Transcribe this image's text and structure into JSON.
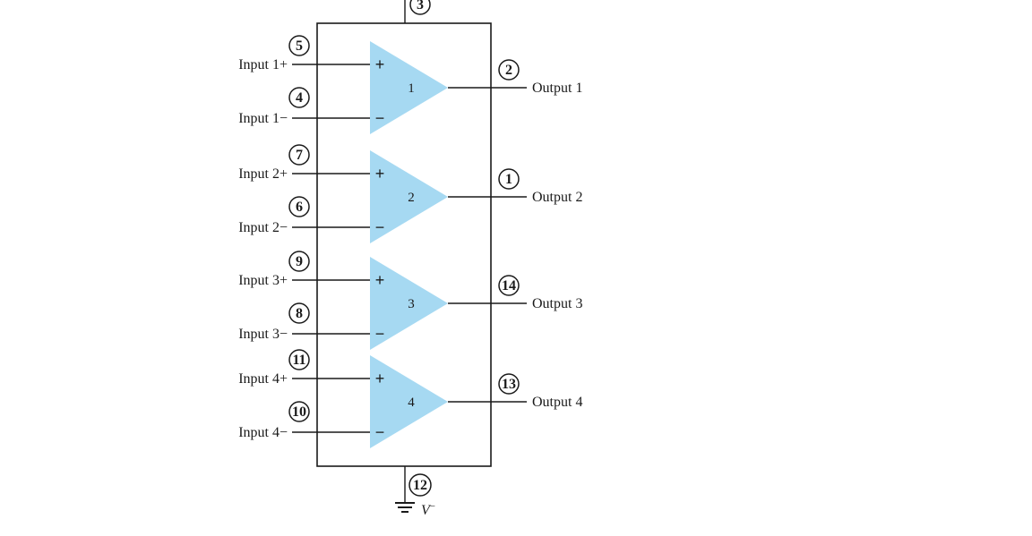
{
  "pins": {
    "top_supply": "3",
    "bottom_supply": "12"
  },
  "bottom_supply_label": "V",
  "bottom_supply_sup": "−",
  "signs": {
    "plus": "+",
    "minus": "−"
  },
  "amplifiers": [
    {
      "number": "1",
      "pin_plus": "5",
      "pin_minus": "4",
      "pin_out": "2",
      "input_plus": "Input 1+",
      "input_minus": "Input 1−",
      "output": "Output 1"
    },
    {
      "number": "2",
      "pin_plus": "7",
      "pin_minus": "6",
      "pin_out": "1",
      "input_plus": "Input 2+",
      "input_minus": "Input 2−",
      "output": "Output 2"
    },
    {
      "number": "3",
      "pin_plus": "9",
      "pin_minus": "8",
      "pin_out": "14",
      "input_plus": "Input 3+",
      "input_minus": "Input 3−",
      "output": "Output 3"
    },
    {
      "number": "4",
      "pin_plus": "11",
      "pin_minus": "10",
      "pin_out": "13",
      "input_plus": "Input 4+",
      "input_minus": "Input 4−",
      "output": "Output 4"
    }
  ],
  "colors": {
    "amplifier_fill": "#a6d9f2",
    "line": "#1a1a1a"
  }
}
